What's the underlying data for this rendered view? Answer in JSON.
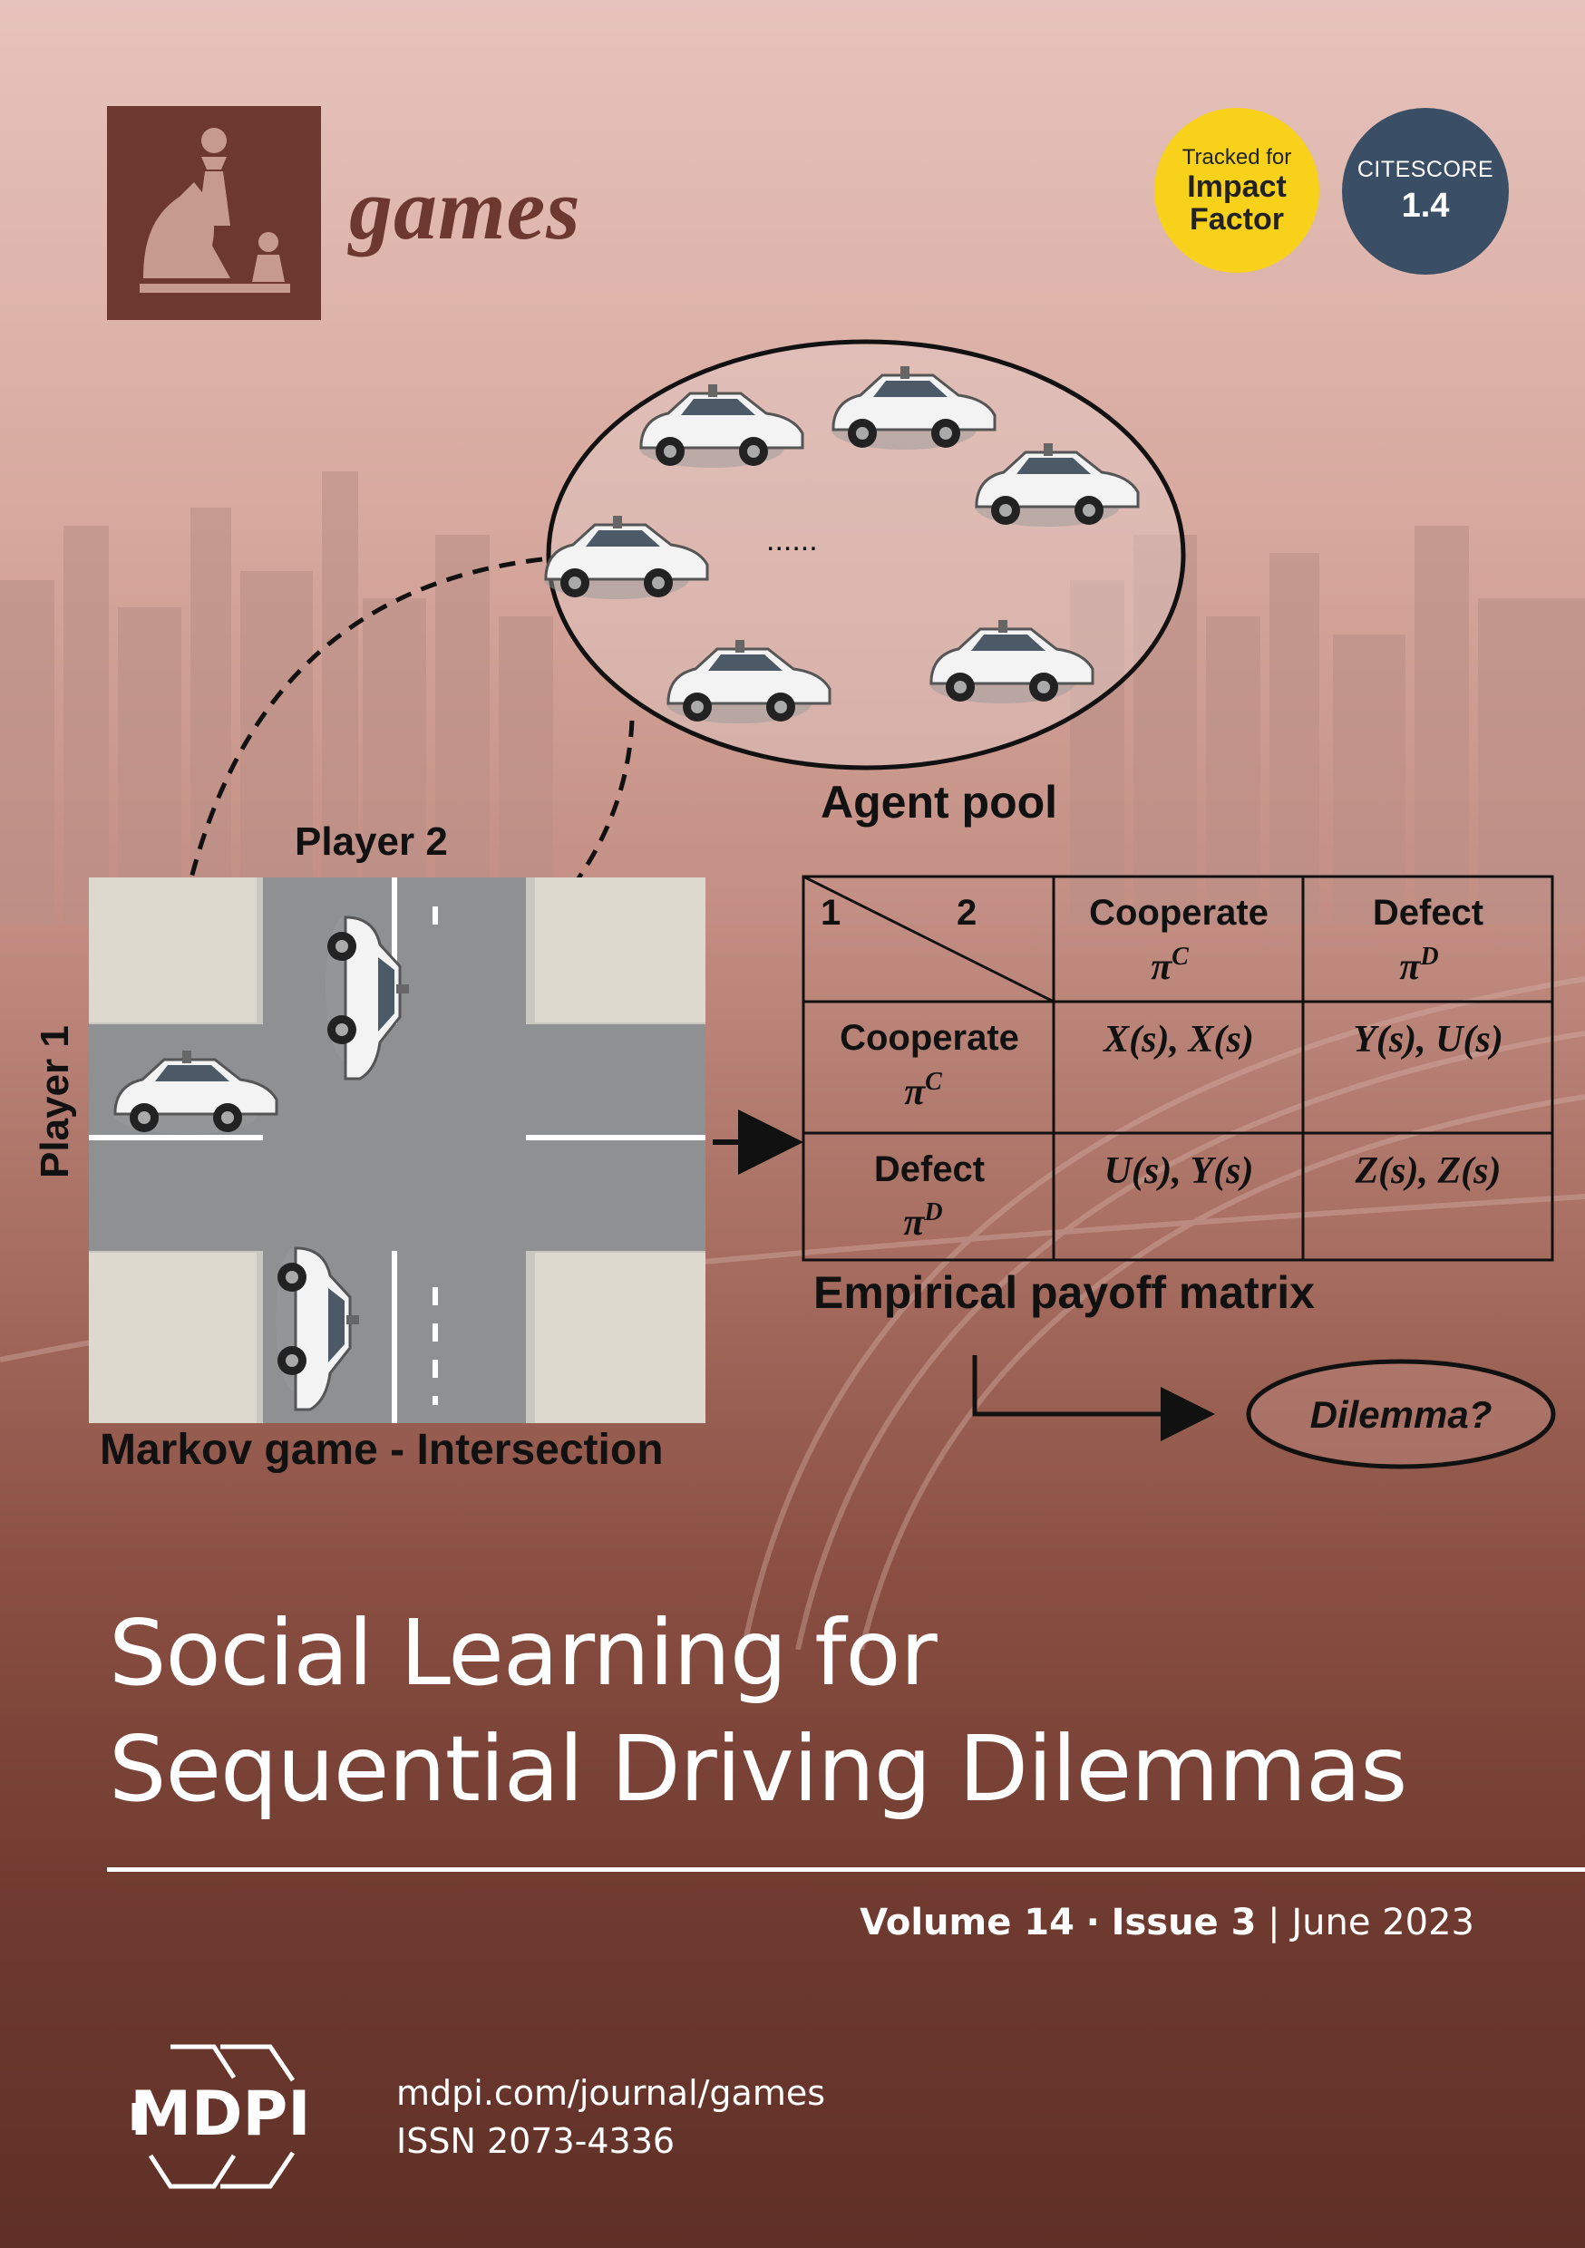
{
  "journal": {
    "name": "games",
    "badges": {
      "impact_line1": "Tracked for",
      "impact_line2": "Impact",
      "impact_line3": "Factor",
      "citescore_label": "CITESCORE",
      "citescore_value": "1.4"
    }
  },
  "figure": {
    "agent_pool_label": "Agent pool",
    "dots": "......",
    "player2": "Player 2",
    "player1": "Player 1",
    "game_label": "Markov game - Intersection",
    "matrix": {
      "corner_row": "1",
      "corner_col": "2",
      "col_headers": [
        {
          "name": "Cooperate",
          "sym": "π",
          "sup": "C"
        },
        {
          "name": "Defect",
          "sym": "π",
          "sup": "D"
        }
      ],
      "rows": [
        {
          "name": "Cooperate",
          "sym": "π",
          "sup": "C",
          "cells": [
            "X(s), X(s)",
            "Y(s), U(s)"
          ]
        },
        {
          "name": "Defect",
          "sym": "π",
          "sup": "D",
          "cells": [
            "U(s), Y(s)",
            "Z(s), Z(s)"
          ]
        }
      ],
      "caption": "Empirical payoff matrix"
    },
    "dilemma": "Dilemma?"
  },
  "article": {
    "title_line1": "Social Learning for",
    "title_line2": "Sequential Driving Dilemmas"
  },
  "issue": {
    "volume": "Volume 14",
    "sep": "·",
    "issue": "Issue 3",
    "bar": "|",
    "date": "June 2023"
  },
  "publisher": {
    "name": "MDPI",
    "url": "mdpi.com/journal/games",
    "issn": "ISSN 2073-4336"
  },
  "colors": {
    "brand": "#6c382f",
    "impact": "#f7d11a",
    "citescore": "#3a4e66"
  }
}
